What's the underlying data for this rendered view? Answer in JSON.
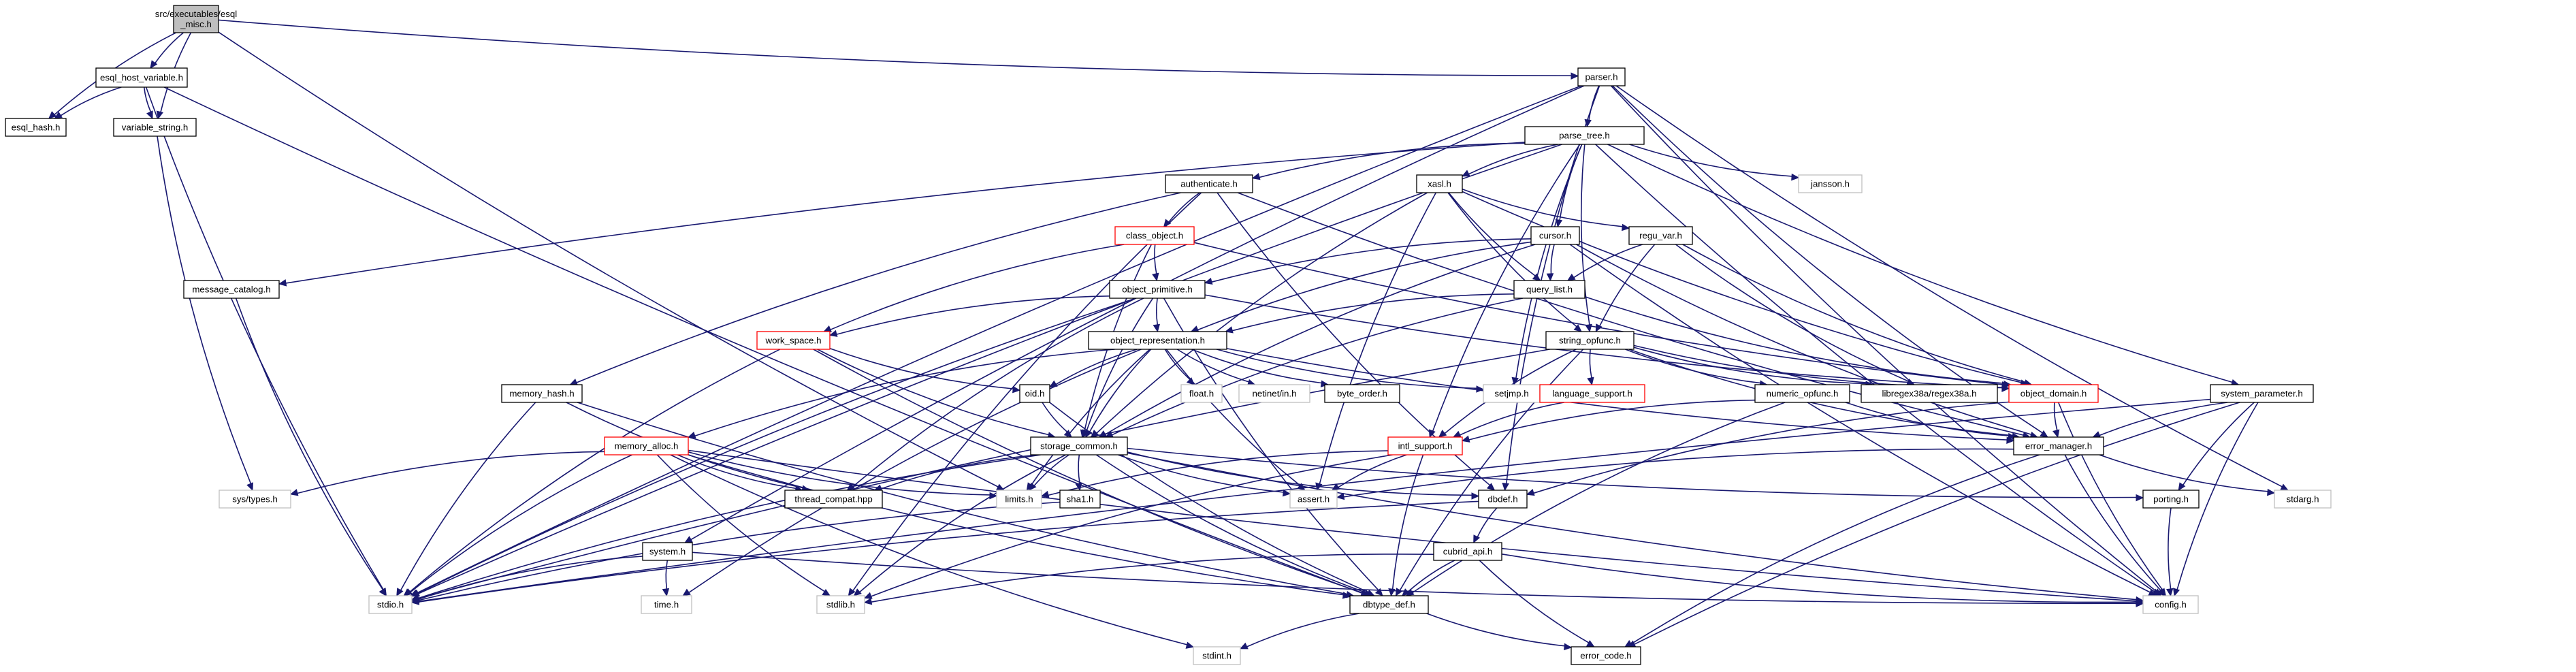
{
  "nodes": [
    {
      "id": "root",
      "label": "src/executables/esql_misc.h",
      "kind": "root"
    },
    {
      "id": "esql_host_variable",
      "label": "esql_host_variable.h",
      "kind": "doc"
    },
    {
      "id": "esql_hash",
      "label": "esql_hash.h",
      "kind": "doc"
    },
    {
      "id": "variable_string",
      "label": "variable_string.h",
      "kind": "doc"
    },
    {
      "id": "parser",
      "label": "parser.h",
      "kind": "doc"
    },
    {
      "id": "parse_tree",
      "label": "parse_tree.h",
      "kind": "doc"
    },
    {
      "id": "authenticate",
      "label": "authenticate.h",
      "kind": "doc"
    },
    {
      "id": "xasl",
      "label": "xasl.h",
      "kind": "doc"
    },
    {
      "id": "jansson",
      "label": "jansson.h",
      "kind": "nodoc"
    },
    {
      "id": "class_object",
      "label": "class_object.h",
      "kind": "trunc"
    },
    {
      "id": "cursor",
      "label": "cursor.h",
      "kind": "doc"
    },
    {
      "id": "regu_var",
      "label": "regu_var.h",
      "kind": "doc"
    },
    {
      "id": "message_catalog",
      "label": "message_catalog.h",
      "kind": "doc"
    },
    {
      "id": "object_primitive",
      "label": "object_primitive.h",
      "kind": "doc"
    },
    {
      "id": "query_list",
      "label": "query_list.h",
      "kind": "doc"
    },
    {
      "id": "work_space",
      "label": "work_space.h",
      "kind": "trunc"
    },
    {
      "id": "object_representation",
      "label": "object_representation.h",
      "kind": "doc"
    },
    {
      "id": "string_opfunc",
      "label": "string_opfunc.h",
      "kind": "doc"
    },
    {
      "id": "memory_hash",
      "label": "memory_hash.h",
      "kind": "doc"
    },
    {
      "id": "oid",
      "label": "oid.h",
      "kind": "doc"
    },
    {
      "id": "float",
      "label": "float.h",
      "kind": "nodoc"
    },
    {
      "id": "netinet_in",
      "label": "netinet/in.h",
      "kind": "nodoc"
    },
    {
      "id": "byte_order",
      "label": "byte_order.h",
      "kind": "doc"
    },
    {
      "id": "setjmp",
      "label": "setjmp.h",
      "kind": "nodoc"
    },
    {
      "id": "language_support",
      "label": "language_support.h",
      "kind": "trunc"
    },
    {
      "id": "numeric_opfunc",
      "label": "numeric_opfunc.h",
      "kind": "doc"
    },
    {
      "id": "libregex38a",
      "label": "libregex38a/regex38a.h",
      "kind": "doc"
    },
    {
      "id": "object_domain",
      "label": "object_domain.h",
      "kind": "trunc"
    },
    {
      "id": "system_parameter",
      "label": "system_parameter.h",
      "kind": "doc"
    },
    {
      "id": "memory_alloc",
      "label": "memory_alloc.h",
      "kind": "trunc"
    },
    {
      "id": "storage_common",
      "label": "storage_common.h",
      "kind": "doc"
    },
    {
      "id": "intl_support",
      "label": "intl_support.h",
      "kind": "trunc"
    },
    {
      "id": "error_manager",
      "label": "error_manager.h",
      "kind": "doc"
    },
    {
      "id": "sys_types",
      "label": "sys/types.h",
      "kind": "nodoc"
    },
    {
      "id": "thread_compat",
      "label": "thread_compat.hpp",
      "kind": "doc"
    },
    {
      "id": "limits",
      "label": "limits.h",
      "kind": "nodoc"
    },
    {
      "id": "sha1",
      "label": "sha1.h",
      "kind": "doc"
    },
    {
      "id": "assert",
      "label": "assert.h",
      "kind": "nodoc"
    },
    {
      "id": "dbdef",
      "label": "dbdef.h",
      "kind": "doc"
    },
    {
      "id": "porting",
      "label": "porting.h",
      "kind": "doc"
    },
    {
      "id": "stdarg",
      "label": "stdarg.h",
      "kind": "nodoc"
    },
    {
      "id": "system",
      "label": "system.h",
      "kind": "doc"
    },
    {
      "id": "cubrid_api",
      "label": "cubrid_api.h",
      "kind": "doc"
    },
    {
      "id": "stdio",
      "label": "stdio.h",
      "kind": "nodoc"
    },
    {
      "id": "time",
      "label": "time.h",
      "kind": "nodoc"
    },
    {
      "id": "stdlib",
      "label": "stdlib.h",
      "kind": "nodoc"
    },
    {
      "id": "dbtype_def",
      "label": "dbtype_def.h",
      "kind": "doc"
    },
    {
      "id": "config",
      "label": "config.h",
      "kind": "nodoc"
    },
    {
      "id": "stdint",
      "label": "stdint.h",
      "kind": "nodoc"
    },
    {
      "id": "error_code",
      "label": "error_code.h",
      "kind": "doc"
    }
  ],
  "edges": [
    [
      "root",
      "esql_host_variable"
    ],
    [
      "root",
      "esql_hash"
    ],
    [
      "root",
      "variable_string"
    ],
    [
      "root",
      "parser"
    ],
    [
      "root",
      "limits"
    ],
    [
      "esql_host_variable",
      "esql_hash"
    ],
    [
      "esql_host_variable",
      "variable_string"
    ],
    [
      "esql_host_variable",
      "stdio"
    ],
    [
      "esql_host_variable",
      "dbtype_def"
    ],
    [
      "variable_string",
      "sys_types"
    ],
    [
      "parser",
      "parse_tree"
    ],
    [
      "parser",
      "system"
    ],
    [
      "parser",
      "stdio"
    ],
    [
      "parser",
      "stdarg"
    ],
    [
      "parser",
      "dbdef"
    ],
    [
      "parser",
      "config"
    ],
    [
      "parser",
      "error_manager"
    ],
    [
      "parse_tree",
      "authenticate"
    ],
    [
      "parse_tree",
      "xasl"
    ],
    [
      "parse_tree",
      "jansson"
    ],
    [
      "parse_tree",
      "cursor"
    ],
    [
      "parse_tree",
      "string_opfunc"
    ],
    [
      "parse_tree",
      "system_parameter"
    ],
    [
      "parse_tree",
      "message_catalog"
    ],
    [
      "parse_tree",
      "setjmp"
    ],
    [
      "parse_tree",
      "intl_support"
    ],
    [
      "parse_tree",
      "config"
    ],
    [
      "parse_tree",
      "stdio"
    ],
    [
      "authenticate",
      "class_object"
    ],
    [
      "authenticate",
      "memory_hash"
    ],
    [
      "authenticate",
      "stdlib"
    ],
    [
      "authenticate",
      "dbdef"
    ],
    [
      "authenticate",
      "error_manager"
    ],
    [
      "xasl",
      "regu_var"
    ],
    [
      "xasl",
      "query_list"
    ],
    [
      "xasl",
      "storage_common"
    ],
    [
      "xasl",
      "string_opfunc"
    ],
    [
      "xasl",
      "object_domain"
    ],
    [
      "xasl",
      "assert"
    ],
    [
      "class_object",
      "object_primitive"
    ],
    [
      "class_object",
      "work_space"
    ],
    [
      "class_object",
      "storage_common"
    ],
    [
      "class_object",
      "object_domain"
    ],
    [
      "cursor",
      "query_list"
    ],
    [
      "cursor",
      "object_representation"
    ],
    [
      "cursor",
      "object_primitive"
    ],
    [
      "cursor",
      "error_manager"
    ],
    [
      "cursor",
      "config"
    ],
    [
      "cursor",
      "storage_common"
    ],
    [
      "regu_var",
      "query_list"
    ],
    [
      "regu_var",
      "string_opfunc"
    ],
    [
      "regu_var",
      "libregex38a"
    ],
    [
      "regu_var",
      "object_domain"
    ],
    [
      "message_catalog",
      "stdio"
    ],
    [
      "object_primitive",
      "object_representation"
    ],
    [
      "object_primitive",
      "work_space"
    ],
    [
      "object_primitive",
      "object_domain"
    ],
    [
      "object_primitive",
      "dbtype_def"
    ],
    [
      "object_primitive",
      "stdio"
    ],
    [
      "object_primitive",
      "thread_compat"
    ],
    [
      "object_primitive",
      "storage_common"
    ],
    [
      "query_list",
      "object_representation"
    ],
    [
      "query_list",
      "storage_common"
    ],
    [
      "query_list",
      "object_domain"
    ],
    [
      "work_space",
      "oid"
    ],
    [
      "work_space",
      "storage_common"
    ],
    [
      "work_space",
      "stdio"
    ],
    [
      "work_space",
      "dbtype_def"
    ],
    [
      "object_representation",
      "oid"
    ],
    [
      "object_representation",
      "float"
    ],
    [
      "object_representation",
      "netinet_in"
    ],
    [
      "object_representation",
      "byte_order"
    ],
    [
      "object_representation",
      "setjmp"
    ],
    [
      "object_representation",
      "memory_alloc"
    ],
    [
      "object_representation",
      "storage_common"
    ],
    [
      "object_representation",
      "assert"
    ],
    [
      "object_representation",
      "error_manager"
    ],
    [
      "object_representation",
      "limits"
    ],
    [
      "object_representation",
      "time"
    ],
    [
      "string_opfunc",
      "language_support"
    ],
    [
      "string_opfunc",
      "numeric_opfunc"
    ],
    [
      "string_opfunc",
      "libregex38a"
    ],
    [
      "string_opfunc",
      "object_domain"
    ],
    [
      "string_opfunc",
      "intl_support"
    ],
    [
      "string_opfunc",
      "dbtype_def"
    ],
    [
      "string_opfunc",
      "stdio"
    ],
    [
      "string_opfunc",
      "error_manager"
    ],
    [
      "memory_hash",
      "stdio"
    ],
    [
      "memory_hash",
      "thread_compat"
    ],
    [
      "memory_hash",
      "dbtype_def"
    ],
    [
      "oid",
      "storage_common"
    ],
    [
      "oid",
      "dbtype_def"
    ],
    [
      "language_support",
      "intl_support"
    ],
    [
      "numeric_opfunc",
      "intl_support"
    ],
    [
      "numeric_opfunc",
      "dbtype_def"
    ],
    [
      "numeric_opfunc",
      "error_manager"
    ],
    [
      "object_domain",
      "dbdef"
    ],
    [
      "object_domain",
      "error_manager"
    ],
    [
      "object_domain",
      "config"
    ],
    [
      "system_parameter",
      "error_manager"
    ],
    [
      "system_parameter",
      "porting"
    ],
    [
      "system_parameter",
      "config"
    ],
    [
      "system_parameter",
      "error_code"
    ],
    [
      "system_parameter",
      "stdio"
    ],
    [
      "memory_alloc",
      "sys_types"
    ],
    [
      "memory_alloc",
      "thread_compat"
    ],
    [
      "memory_alloc",
      "stdio"
    ],
    [
      "memory_alloc",
      "stdlib"
    ],
    [
      "memory_alloc",
      "dbtype_def"
    ],
    [
      "memory_alloc",
      "stdint"
    ],
    [
      "memory_alloc",
      "limits"
    ],
    [
      "memory_alloc",
      "config"
    ],
    [
      "storage_common",
      "sha1"
    ],
    [
      "storage_common",
      "limits"
    ],
    [
      "storage_common",
      "assert"
    ],
    [
      "storage_common",
      "dbdef"
    ],
    [
      "storage_common",
      "porting"
    ],
    [
      "storage_common",
      "dbtype_def"
    ],
    [
      "storage_common",
      "stdlib"
    ],
    [
      "storage_common",
      "stdio"
    ],
    [
      "storage_common",
      "thread_compat"
    ],
    [
      "storage_common",
      "config"
    ],
    [
      "intl_support",
      "assert"
    ],
    [
      "intl_support",
      "limits"
    ],
    [
      "intl_support",
      "dbtype_def"
    ],
    [
      "intl_support",
      "stdlib"
    ],
    [
      "error_manager",
      "stdarg"
    ],
    [
      "error_manager",
      "error_code"
    ],
    [
      "error_manager",
      "config"
    ],
    [
      "error_manager",
      "assert"
    ],
    [
      "sha1",
      "stdio"
    ],
    [
      "dbdef",
      "cubrid_api"
    ],
    [
      "dbdef",
      "stdio"
    ],
    [
      "porting",
      "config"
    ],
    [
      "system",
      "stdio"
    ],
    [
      "system",
      "time"
    ],
    [
      "system",
      "config"
    ],
    [
      "cubrid_api",
      "dbtype_def"
    ],
    [
      "cubrid_api",
      "stdlib"
    ],
    [
      "cubrid_api",
      "error_code"
    ],
    [
      "cubrid_api",
      "config"
    ],
    [
      "dbtype_def",
      "stdint"
    ],
    [
      "dbtype_def",
      "error_code"
    ]
  ]
}
